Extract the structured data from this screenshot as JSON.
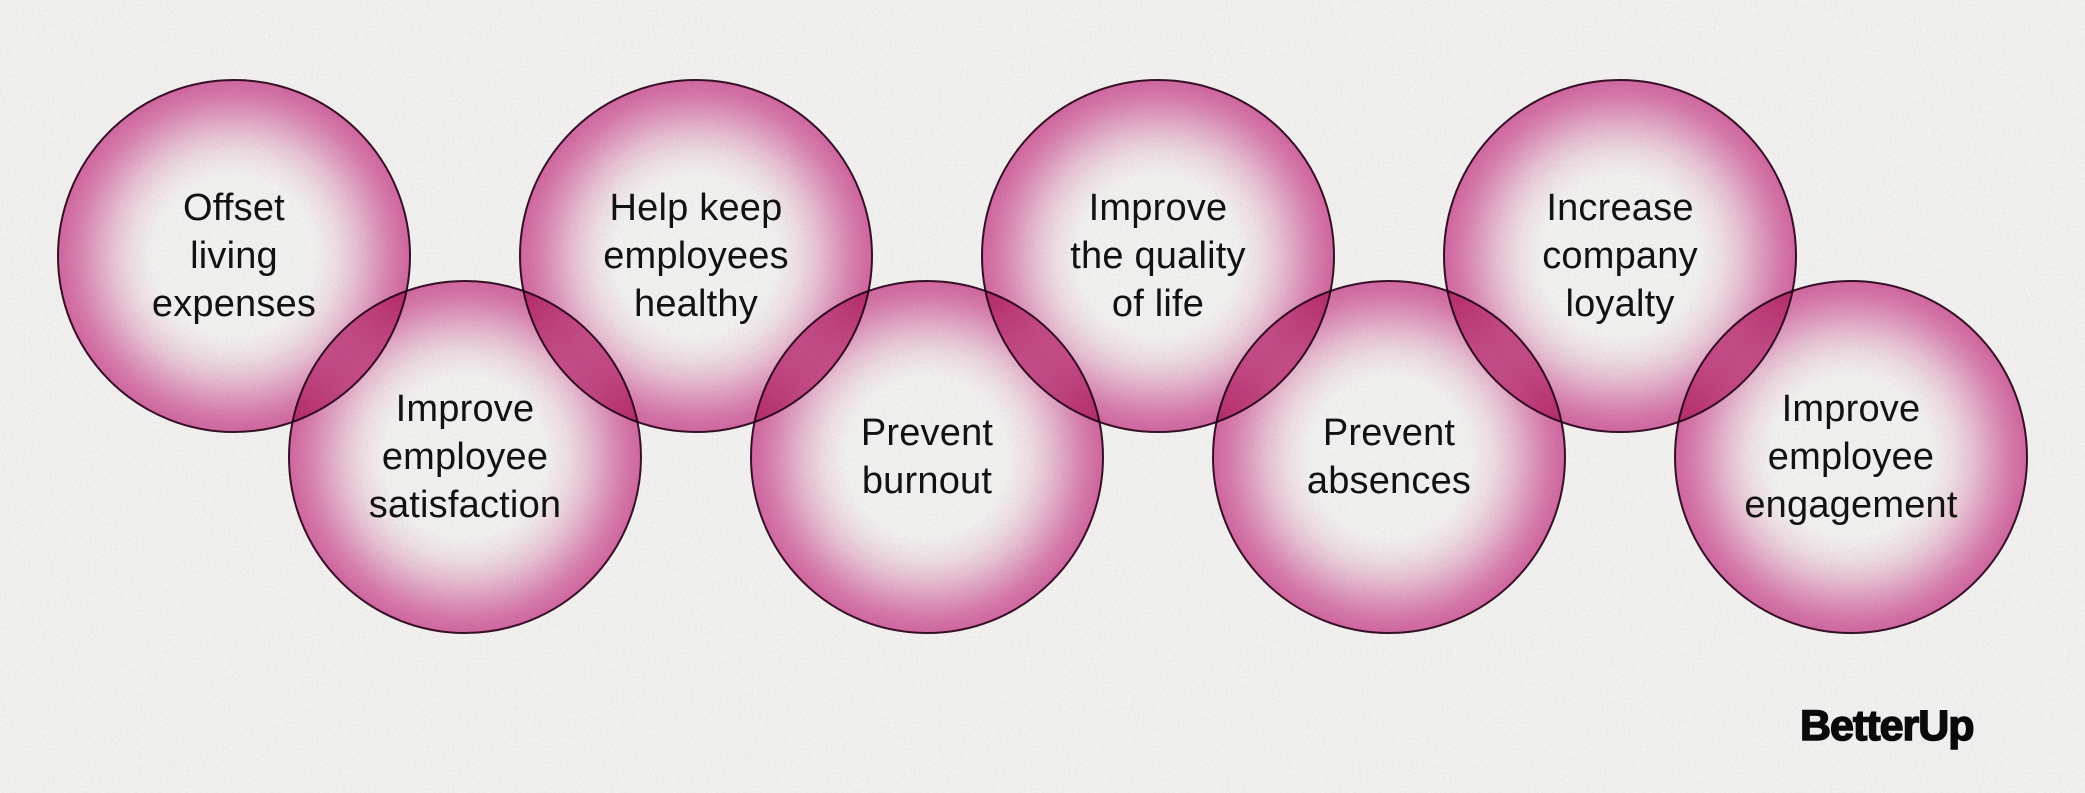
{
  "diagram": {
    "type": "overlapping-circles-chain",
    "circles": [
      {
        "lines": [
          "Offset",
          "living",
          "expenses"
        ],
        "row": "top"
      },
      {
        "lines": [
          "Improve",
          "employee",
          "satisfaction"
        ],
        "row": "bottom"
      },
      {
        "lines": [
          "Help keep",
          "employees",
          "healthy"
        ],
        "row": "top"
      },
      {
        "lines": [
          "Prevent",
          "burnout"
        ],
        "row": "bottom"
      },
      {
        "lines": [
          "Improve",
          "the quality",
          "of life"
        ],
        "row": "top"
      },
      {
        "lines": [
          "Prevent",
          "absences"
        ],
        "row": "bottom"
      },
      {
        "lines": [
          "Increase",
          "company",
          "loyalty"
        ],
        "row": "top"
      },
      {
        "lines": [
          "Improve",
          "employee",
          "engagement"
        ],
        "row": "bottom"
      }
    ]
  },
  "branding": {
    "logo_text": "BetterUp"
  },
  "colors": {
    "ring_pink": "#df74ae",
    "ring_overlap": "#d268a5",
    "outline": "#3a102b",
    "background": "#f6f5f3",
    "text": "#131313",
    "logo": "#0b0b0b"
  }
}
